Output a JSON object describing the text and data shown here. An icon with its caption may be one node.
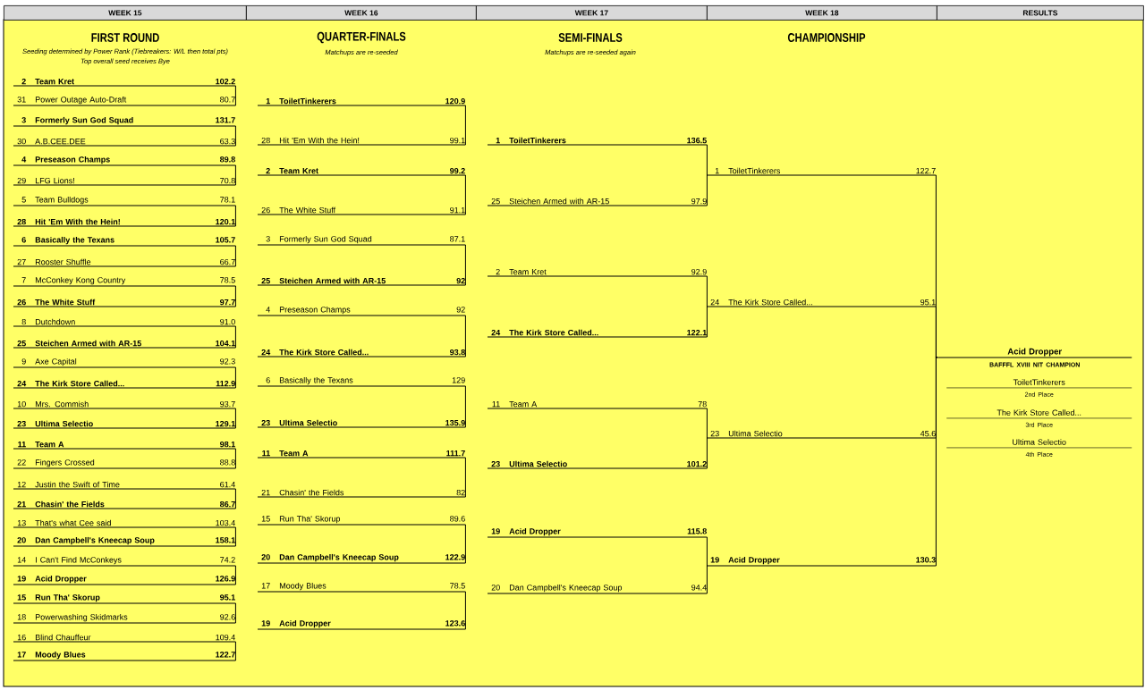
{
  "diagram": {
    "nodes": [
      {
        "text": [
          "WEEK 15"
        ]
      },
      {
        "text": [
          "WEEK 16"
        ]
      },
      {
        "text": [
          "WEEK 17"
        ]
      },
      {
        "text": [
          "WEEK 18"
        ]
      },
      {
        "text": [
          "RESULTS"
        ]
      },
      {
        "text": [
          "2",
          "Team Kret",
          "102.2"
        ]
      },
      {
        "text": [
          "31",
          "Power Outage Auto-Draft",
          "80.7"
        ]
      },
      {
        "text": [
          "3",
          "Formerly Sun God Squad",
          "131.7"
        ]
      },
      {
        "text": [
          "30",
          "A.B.CEE.DEE",
          "63.3"
        ]
      },
      {
        "text": [
          "4",
          "Preseason Champs",
          "89.8"
        ]
      },
      {
        "text": [
          "29",
          "LFG Lions!",
          "70.8"
        ]
      },
      {
        "text": [
          "5",
          "Team Bulldogs",
          "78.1"
        ]
      },
      {
        "text": [
          "28",
          "Hit 'Em With the Hein!",
          "120.1"
        ]
      },
      {
        "text": [
          "6",
          "Basically the Texans",
          "105.7"
        ]
      },
      {
        "text": [
          "27",
          "Rooster Shuffle",
          "66.7"
        ]
      },
      {
        "text": [
          "7",
          "McConkey Kong Country",
          "78.5"
        ]
      },
      {
        "text": [
          "26",
          "The White Stuff",
          "97.7"
        ]
      },
      {
        "text": [
          "8",
          "Dutchdown",
          "91.0"
        ]
      },
      {
        "text": [
          "25",
          "Steichen Armed with AR-15",
          "104.1"
        ]
      },
      {
        "text": [
          "9",
          "Axe Capital",
          "92.3"
        ]
      },
      {
        "text": [
          "24",
          "The Kirk Store Called...",
          "112.9"
        ]
      },
      {
        "text": [
          "10",
          "Mrs. Commish",
          "93.7"
        ]
      },
      {
        "text": [
          "23",
          "Ultima Selectio",
          "129.1"
        ]
      },
      {
        "text": [
          "11",
          "Team A",
          "98.1"
        ]
      },
      {
        "text": [
          "22",
          "Fingers Crossed",
          "88.8"
        ]
      },
      {
        "text": [
          "12",
          "Justin the Swift of Time",
          "61.4"
        ]
      },
      {
        "text": [
          "21",
          "Chasin' the Fields",
          "86.7"
        ]
      },
      {
        "text": [
          "13",
          "That's what Cee said",
          "103.4"
        ]
      },
      {
        "text": [
          "20",
          "Dan Campbell's Kneecap Soup",
          "158.1"
        ]
      },
      {
        "text": [
          "14",
          "I Can't Find McConkeys",
          "74.2"
        ]
      },
      {
        "text": [
          "19",
          "Acid Dropper",
          "126.9"
        ]
      },
      {
        "text": [
          "15",
          "Run Tha' Skorup",
          "95.1"
        ]
      },
      {
        "text": [
          "18",
          "Powerwashing Skidmarks",
          "92.6"
        ]
      },
      {
        "text": [
          "16",
          "Blind Chauffeur",
          "109.4"
        ]
      },
      {
        "text": [
          "17",
          "Moody Blues",
          "122.7"
        ]
      },
      {
        "text": [
          "1",
          "ToiletTinkerers",
          "120.9"
        ]
      },
      {
        "text": [
          "28",
          "Hit 'Em With the Hein!",
          "99.1"
        ]
      },
      {
        "text": [
          "2",
          "Team Kret",
          "99.2"
        ]
      },
      {
        "text": [
          "26",
          "The White Stuff",
          "91.1"
        ]
      },
      {
        "text": [
          "3",
          "Formerly Sun God Squad",
          "87.1"
        ]
      },
      {
        "text": [
          "25",
          "Steichen Armed with AR-15",
          "92"
        ]
      },
      {
        "text": [
          "4",
          "Preseason Champs",
          "92"
        ]
      },
      {
        "text": [
          "24",
          "The Kirk Store Called...",
          "93.8"
        ]
      },
      {
        "text": [
          "6",
          "Basically the Texans",
          "129"
        ]
      },
      {
        "text": [
          "23",
          "Ultima Selectio",
          "135.9"
        ]
      },
      {
        "text": [
          "11",
          "Team A",
          "111.7"
        ]
      },
      {
        "text": [
          "21",
          "Chasin' the Fields",
          "82"
        ]
      },
      {
        "text": [
          "15",
          "Run Tha' Skorup",
          "89.6"
        ]
      },
      {
        "text": [
          "20",
          "Dan Campbell's Kneecap Soup",
          "122.9"
        ]
      },
      {
        "text": [
          "17",
          "Moody Blues",
          "78.5"
        ]
      },
      {
        "text": [
          "19",
          "Acid Dropper",
          "123.6"
        ]
      },
      {
        "text": [
          "1",
          "ToiletTinkerers",
          "136.5"
        ]
      },
      {
        "text": [
          "25",
          "Steichen Armed with AR-15",
          "97.9"
        ]
      },
      {
        "text": [
          "2",
          "Team Kret",
          "92.9"
        ]
      },
      {
        "text": [
          "24",
          "The Kirk Store Called...",
          "122.1"
        ]
      },
      {
        "text": [
          "11",
          "Team A",
          "78"
        ]
      },
      {
        "text": [
          "23",
          "Ultima Selectio",
          "101.2"
        ]
      },
      {
        "text": [
          "19",
          "Acid Dropper",
          "115.8"
        ]
      },
      {
        "text": [
          "20",
          "Dan Campbell's Kneecap Soup",
          "94.4"
        ]
      },
      {
        "text": [
          "1",
          "ToiletTinkerers",
          "122.7"
        ]
      },
      {
        "text": [
          "24",
          "The Kirk Store Called...",
          "95.1"
        ]
      },
      {
        "text": [
          "23",
          "Ultima Selectio",
          "45.6"
        ]
      },
      {
        "text": [
          "19",
          "Acid Dropper",
          "130.3"
        ]
      },
      {
        "text": [
          "Acid Dropper",
          "BAFFFL XVIII NIT CHAMPION"
        ]
      },
      {
        "text": [
          "ToiletTinkerers",
          "2nd Place"
        ]
      },
      {
        "text": [
          "The Kirk Store Called...",
          "3rd Place"
        ]
      },
      {
        "text": [
          "Ultima Selectio",
          "4th Place"
        ]
      }
    ],
    "edges": [
      {
        "from": 5,
        "to": 6,
        "arrow": "none"
      },
      {
        "from": 7,
        "to": 8,
        "arrow": "none"
      },
      {
        "from": 9,
        "to": 10,
        "arrow": "none"
      },
      {
        "from": 11,
        "to": 12,
        "arrow": "none"
      },
      {
        "from": 13,
        "to": 14,
        "arrow": "none"
      },
      {
        "from": 15,
        "to": 16,
        "arrow": "none"
      },
      {
        "from": 17,
        "to": 18,
        "arrow": "none"
      },
      {
        "from": 19,
        "to": 20,
        "arrow": "none"
      },
      {
        "from": 21,
        "to": 22,
        "arrow": "none"
      },
      {
        "from": 23,
        "to": 24,
        "arrow": "none"
      },
      {
        "from": 25,
        "to": 26,
        "arrow": "none"
      },
      {
        "from": 27,
        "to": 28,
        "arrow": "none"
      },
      {
        "from": 29,
        "to": 30,
        "arrow": "none"
      },
      {
        "from": 31,
        "to": 32,
        "arrow": "none"
      },
      {
        "from": 33,
        "to": 34,
        "arrow": "none"
      },
      {
        "from": 35,
        "to": 36,
        "arrow": "none"
      },
      {
        "from": 37,
        "to": 38,
        "arrow": "none"
      },
      {
        "from": 39,
        "to": 40,
        "arrow": "none"
      },
      {
        "from": 41,
        "to": 42,
        "arrow": "none"
      },
      {
        "from": 43,
        "to": 44,
        "arrow": "none"
      },
      {
        "from": 45,
        "to": 46,
        "arrow": "none"
      },
      {
        "from": 47,
        "to": 48,
        "arrow": "none"
      },
      {
        "from": 49,
        "to": 50,
        "arrow": "none"
      },
      {
        "from": 51,
        "to": 59,
        "arrow": "none"
      },
      {
        "from": 52,
        "to": 59,
        "arrow": "none"
      },
      {
        "from": 53,
        "to": 60,
        "arrow": "none"
      },
      {
        "from": 54,
        "to": 60,
        "arrow": "none"
      },
      {
        "from": 55,
        "to": 61,
        "arrow": "none"
      },
      {
        "from": 56,
        "to": 61,
        "arrow": "none"
      },
      {
        "from": 57,
        "to": 62,
        "arrow": "none"
      },
      {
        "from": 58,
        "to": 62,
        "arrow": "none"
      },
      {
        "from": 59,
        "to": 63,
        "arrow": "none"
      },
      {
        "from": 60,
        "to": 63,
        "arrow": "none"
      },
      {
        "from": 61,
        "to": 63,
        "arrow": "none"
      },
      {
        "from": 62,
        "to": 63,
        "arrow": "none"
      }
    ],
    "labels": [
      "FIRST ROUND",
      "Seeding determined by Power Rank (Tiebreakers: W/L then total pts)",
      "Top overall seed receives Bye",
      "QUARTER-FINALS",
      "Matchups are re-seeded",
      "SEMI-FINALS",
      "Matchups are re-seeded again",
      "CHAMPIONSHIP"
    ]
  }
}
